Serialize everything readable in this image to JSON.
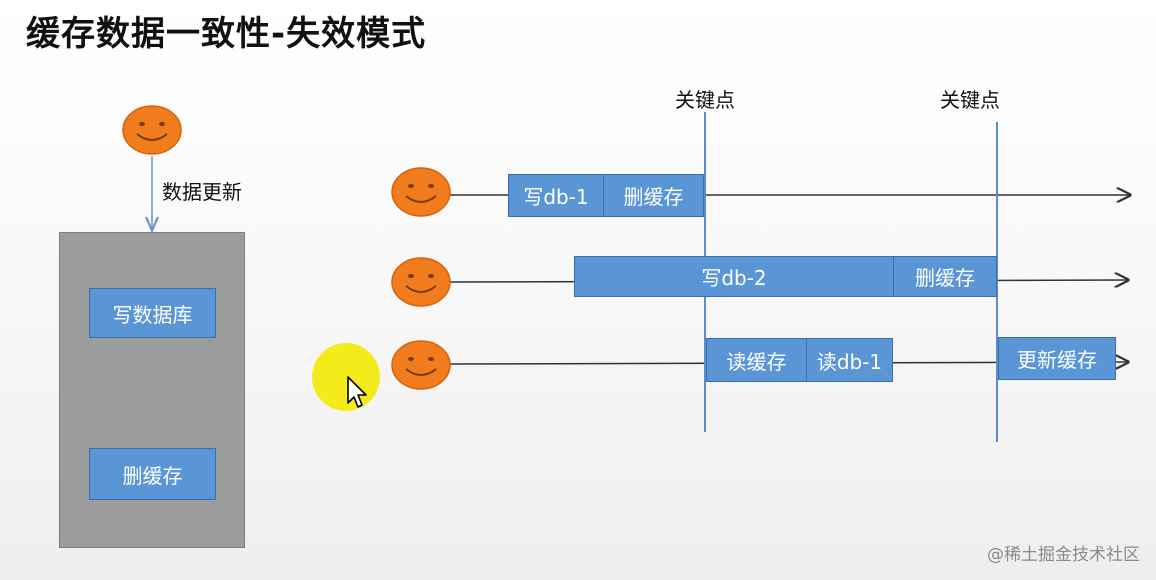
{
  "title": "缓存数据一致性-失效模式",
  "left_panel": {
    "annotation": "数据更新",
    "box_write_db": "写数据库",
    "box_delete_cache": "删缓存"
  },
  "key_points": [
    "关键点",
    "关键点"
  ],
  "timelines": [
    {
      "boxes": [
        "写db-1",
        "删缓存"
      ]
    },
    {
      "boxes": [
        "写db-2",
        "删缓存"
      ]
    },
    {
      "boxes": [
        "读缓存",
        "读db-1",
        "更新缓存"
      ]
    }
  ],
  "watermark": "@稀土掘金技术社区",
  "colors": {
    "smiley": "#f07c1e",
    "box": "#5a95d6",
    "panel": "#9c9c9c",
    "highlight": "#f4ec1a"
  }
}
